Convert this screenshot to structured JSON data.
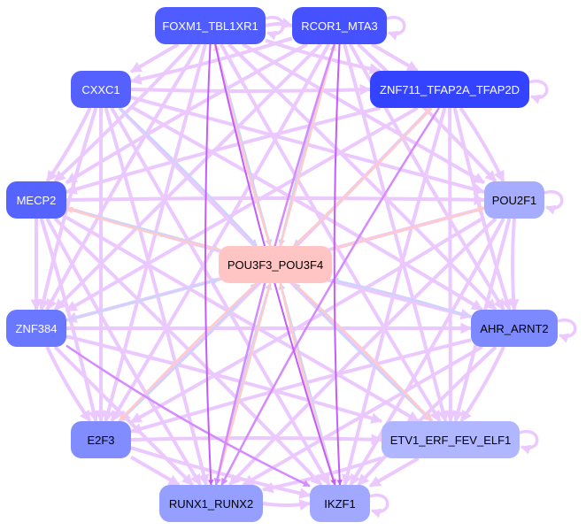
{
  "colors": {
    "light": "#ebc9ff",
    "weak_blue": "#cdd3fb",
    "pink": "#ffcaca",
    "strong": "#c25cff",
    "strong2": "#d58aff"
  },
  "nodes": [
    {
      "id": "foxm1",
      "label": "FOXM1_TBL1XR1",
      "fill": "#4f5cff",
      "text": "#ffffff"
    },
    {
      "id": "rcor1",
      "label": "RCOR1_MTA3",
      "fill": "#4652ff",
      "text": "#ffffff"
    },
    {
      "id": "cxxc1",
      "label": "CXXC1",
      "fill": "#5561ff",
      "text": "#ffffff"
    },
    {
      "id": "znf711",
      "label": "ZNF711_TFAP2A_TFAP2D",
      "fill": "#3443ff",
      "text": "#ffffff"
    },
    {
      "id": "mecp2",
      "label": "MECP2",
      "fill": "#5563ff",
      "text": "#ffffff"
    },
    {
      "id": "pou2f1",
      "label": "POU2F1",
      "fill": "#a6acff",
      "text": "#000000"
    },
    {
      "id": "pou3f3",
      "label": "POU3F3_POU3F4",
      "fill": "#ffc4c4",
      "text": "#000000"
    },
    {
      "id": "znf384",
      "label": "ZNF384",
      "fill": "#6a77ff",
      "text": "#ffffff"
    },
    {
      "id": "ahr",
      "label": "AHR_ARNT2",
      "fill": "#7d89ff",
      "text": "#000000"
    },
    {
      "id": "e2f3",
      "label": "E2F3",
      "fill": "#818dff",
      "text": "#000000"
    },
    {
      "id": "etv1",
      "label": "ETV1_ERF_FEV_ELF1",
      "fill": "#b0b6ff",
      "text": "#000000"
    },
    {
      "id": "runx1",
      "label": "RUNX1_RUNX2",
      "fill": "#949fff",
      "text": "#000000"
    },
    {
      "id": "ikzf1",
      "label": "IKZF1",
      "fill": "#a0a8ff",
      "text": "#000000"
    }
  ],
  "self_loops": [
    "foxm1",
    "rcor1",
    "znf711",
    "pou2f1",
    "ahr",
    "etv1",
    "ikzf1"
  ],
  "edges": [
    [
      "foxm1",
      "rcor1",
      "light"
    ],
    [
      "foxm1",
      "cxxc1",
      "light"
    ],
    [
      "foxm1",
      "znf711",
      "light"
    ],
    [
      "foxm1",
      "mecp2",
      "light"
    ],
    [
      "foxm1",
      "pou2f1",
      "light"
    ],
    [
      "foxm1",
      "znf384",
      "light"
    ],
    [
      "foxm1",
      "ahr",
      "light"
    ],
    [
      "foxm1",
      "e2f3",
      "light"
    ],
    [
      "foxm1",
      "etv1",
      "light"
    ],
    [
      "foxm1",
      "runx1",
      "strong"
    ],
    [
      "foxm1",
      "ikzf1",
      "strong"
    ],
    [
      "rcor1",
      "cxxc1",
      "light"
    ],
    [
      "rcor1",
      "znf711",
      "light"
    ],
    [
      "rcor1",
      "mecp2",
      "light"
    ],
    [
      "rcor1",
      "pou2f1",
      "light"
    ],
    [
      "rcor1",
      "znf384",
      "light"
    ],
    [
      "rcor1",
      "ahr",
      "light"
    ],
    [
      "rcor1",
      "e2f3",
      "light"
    ],
    [
      "rcor1",
      "etv1",
      "light"
    ],
    [
      "rcor1",
      "runx1",
      "strong2"
    ],
    [
      "rcor1",
      "ikzf1",
      "strong"
    ],
    [
      "cxxc1",
      "znf711",
      "light"
    ],
    [
      "cxxc1",
      "mecp2",
      "light"
    ],
    [
      "cxxc1",
      "pou2f1",
      "light"
    ],
    [
      "cxxc1",
      "znf384",
      "light"
    ],
    [
      "cxxc1",
      "ahr",
      "light"
    ],
    [
      "cxxc1",
      "e2f3",
      "light"
    ],
    [
      "cxxc1",
      "etv1",
      "light"
    ],
    [
      "cxxc1",
      "runx1",
      "light"
    ],
    [
      "cxxc1",
      "ikzf1",
      "light"
    ],
    [
      "znf711",
      "mecp2",
      "light"
    ],
    [
      "znf711",
      "pou2f1",
      "light"
    ],
    [
      "znf711",
      "znf384",
      "light"
    ],
    [
      "znf711",
      "ahr",
      "light"
    ],
    [
      "znf711",
      "e2f3",
      "light"
    ],
    [
      "znf711",
      "etv1",
      "light"
    ],
    [
      "znf711",
      "runx1",
      "strong2"
    ],
    [
      "znf711",
      "ikzf1",
      "light"
    ],
    [
      "mecp2",
      "pou2f1",
      "light"
    ],
    [
      "mecp2",
      "znf384",
      "light"
    ],
    [
      "mecp2",
      "ahr",
      "light"
    ],
    [
      "mecp2",
      "e2f3",
      "light"
    ],
    [
      "mecp2",
      "etv1",
      "light"
    ],
    [
      "mecp2",
      "runx1",
      "light"
    ],
    [
      "mecp2",
      "ikzf1",
      "light"
    ],
    [
      "pou2f1",
      "znf384",
      "light"
    ],
    [
      "pou2f1",
      "ahr",
      "light"
    ],
    [
      "pou2f1",
      "e2f3",
      "light"
    ],
    [
      "pou2f1",
      "etv1",
      "light"
    ],
    [
      "pou2f1",
      "runx1",
      "light"
    ],
    [
      "pou2f1",
      "ikzf1",
      "light"
    ],
    [
      "znf384",
      "ahr",
      "light"
    ],
    [
      "znf384",
      "e2f3",
      "light"
    ],
    [
      "znf384",
      "etv1",
      "light"
    ],
    [
      "znf384",
      "runx1",
      "light"
    ],
    [
      "znf384",
      "ikzf1",
      "strong2"
    ],
    [
      "ahr",
      "e2f3",
      "light"
    ],
    [
      "ahr",
      "etv1",
      "light"
    ],
    [
      "ahr",
      "runx1",
      "light"
    ],
    [
      "ahr",
      "ikzf1",
      "light"
    ],
    [
      "e2f3",
      "etv1",
      "light"
    ],
    [
      "e2f3",
      "runx1",
      "light"
    ],
    [
      "e2f3",
      "ikzf1",
      "light"
    ],
    [
      "etv1",
      "runx1",
      "light"
    ],
    [
      "etv1",
      "ikzf1",
      "light"
    ],
    [
      "runx1",
      "ikzf1",
      "light"
    ],
    [
      "cxxc1",
      "pou3f3",
      "weak_blue"
    ],
    [
      "foxm1",
      "pou3f3",
      "weak_blue"
    ],
    [
      "rcor1",
      "pou3f3",
      "weak_blue"
    ],
    [
      "znf711",
      "pou3f3",
      "weak_blue"
    ],
    [
      "znf384",
      "pou3f3",
      "weak_blue"
    ],
    [
      "ahr",
      "pou3f3",
      "weak_blue"
    ],
    [
      "runx1",
      "pou3f3",
      "weak_blue"
    ],
    [
      "ikzf1",
      "pou3f3",
      "weak_blue"
    ],
    [
      "e2f3",
      "pou3f3",
      "weak_blue"
    ],
    [
      "etv1",
      "pou3f3",
      "weak_blue"
    ],
    [
      "mecp2",
      "pou3f3",
      "weak_blue"
    ],
    [
      "pou3f3",
      "mecp2",
      "pink"
    ],
    [
      "pou3f3",
      "pou2f1",
      "pink"
    ],
    [
      "pou3f3",
      "e2f3",
      "pink"
    ],
    [
      "pou3f3",
      "etv1",
      "pink"
    ],
    [
      "pou3f3",
      "runx1",
      "pink"
    ],
    [
      "pou3f3",
      "ikzf1",
      "pink"
    ],
    [
      "pou3f3",
      "foxm1",
      "pink"
    ],
    [
      "pou3f3",
      "rcor1",
      "pink"
    ],
    [
      "pou3f3",
      "znf711",
      "pink"
    ]
  ]
}
